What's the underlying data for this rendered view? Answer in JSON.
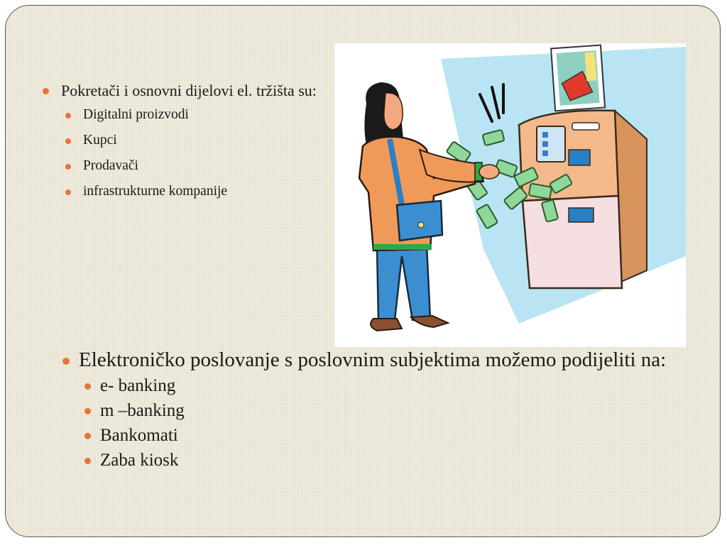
{
  "slide": {
    "top_section": {
      "heading": "Pokretači i osnovni dijelovi el. tržišta su:",
      "items": [
        "Digitalni proizvodi",
        "Kupci",
        "Prodavači",
        "infrastrukturne kompanije"
      ]
    },
    "bottom_section": {
      "heading": "Elektroničko poslovanje s poslovnim subjektima možemo podijeliti na:",
      "items": [
        "e- banking",
        "m –banking",
        "Bankomati",
        "Zaba kiosk"
      ]
    },
    "illustration": {
      "subject": "person-at-atm-clipart"
    },
    "colors": {
      "bullet": "#e8743a",
      "frame_border": "#5a5a4e",
      "background": "#efeadb",
      "text": "#1a1a1a"
    }
  }
}
